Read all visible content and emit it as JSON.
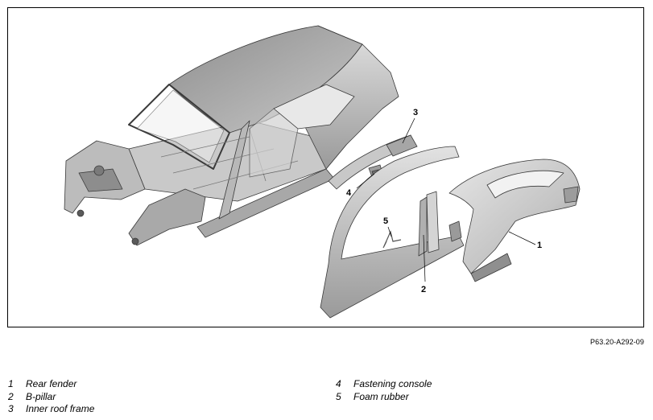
{
  "figure": {
    "reference_code": "P63.20-A292-09",
    "callouts": [
      "1",
      "2",
      "3",
      "4",
      "5"
    ]
  },
  "legend": {
    "left": [
      {
        "num": "1",
        "label": "Rear fender"
      },
      {
        "num": "2",
        "label": "B-pillar"
      },
      {
        "num": "3",
        "label": "Inner roof frame"
      }
    ],
    "right": [
      {
        "num": "4",
        "label": "Fastening console"
      },
      {
        "num": "5",
        "label": "Foam rubber"
      }
    ]
  },
  "colors": {
    "metal_light": "#d9d9d9",
    "metal_mid": "#b4b4b4",
    "metal_dark": "#6e6e6e",
    "outline": "#3a3a3a"
  }
}
